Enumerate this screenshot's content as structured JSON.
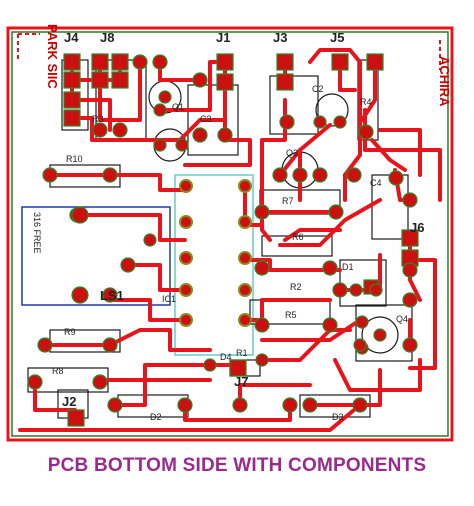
{
  "caption": "PCB BOTTOM SIDE WITH COMPONENTS",
  "connectors": [
    "J4",
    "J8",
    "J1",
    "J3",
    "J5",
    "J6",
    "J7",
    "J2"
  ],
  "components": {
    "r10": "R10",
    "r7": "R7",
    "r5": "R5",
    "r6": "R6",
    "r1": "R1",
    "r2": "R2",
    "r3": "R3",
    "r4": "R4",
    "r8": "R8",
    "r9": "R9",
    "c2": "C2",
    "c3": "C3",
    "c4": "C4",
    "q1": "Q1",
    "q3": "Q3",
    "q4": "Q4",
    "d1": "D1",
    "d2": "D2",
    "d3": "D3",
    "d4": "D4",
    "ic1": "IC1",
    "ls1": "LS1"
  },
  "mirrored_text": {
    "left": "PARK SIIC",
    "right": "ACHIRA",
    "speaker": "316 FREE"
  },
  "colors": {
    "trace": "#e8141c",
    "pad": "#cc1010",
    "pad_border": "#2a8a2a",
    "outline": "#1a1a1a",
    "silk_blue": "#1f3aa8",
    "ic_outline": "#66cccc",
    "caption": "#9b2a8f"
  }
}
